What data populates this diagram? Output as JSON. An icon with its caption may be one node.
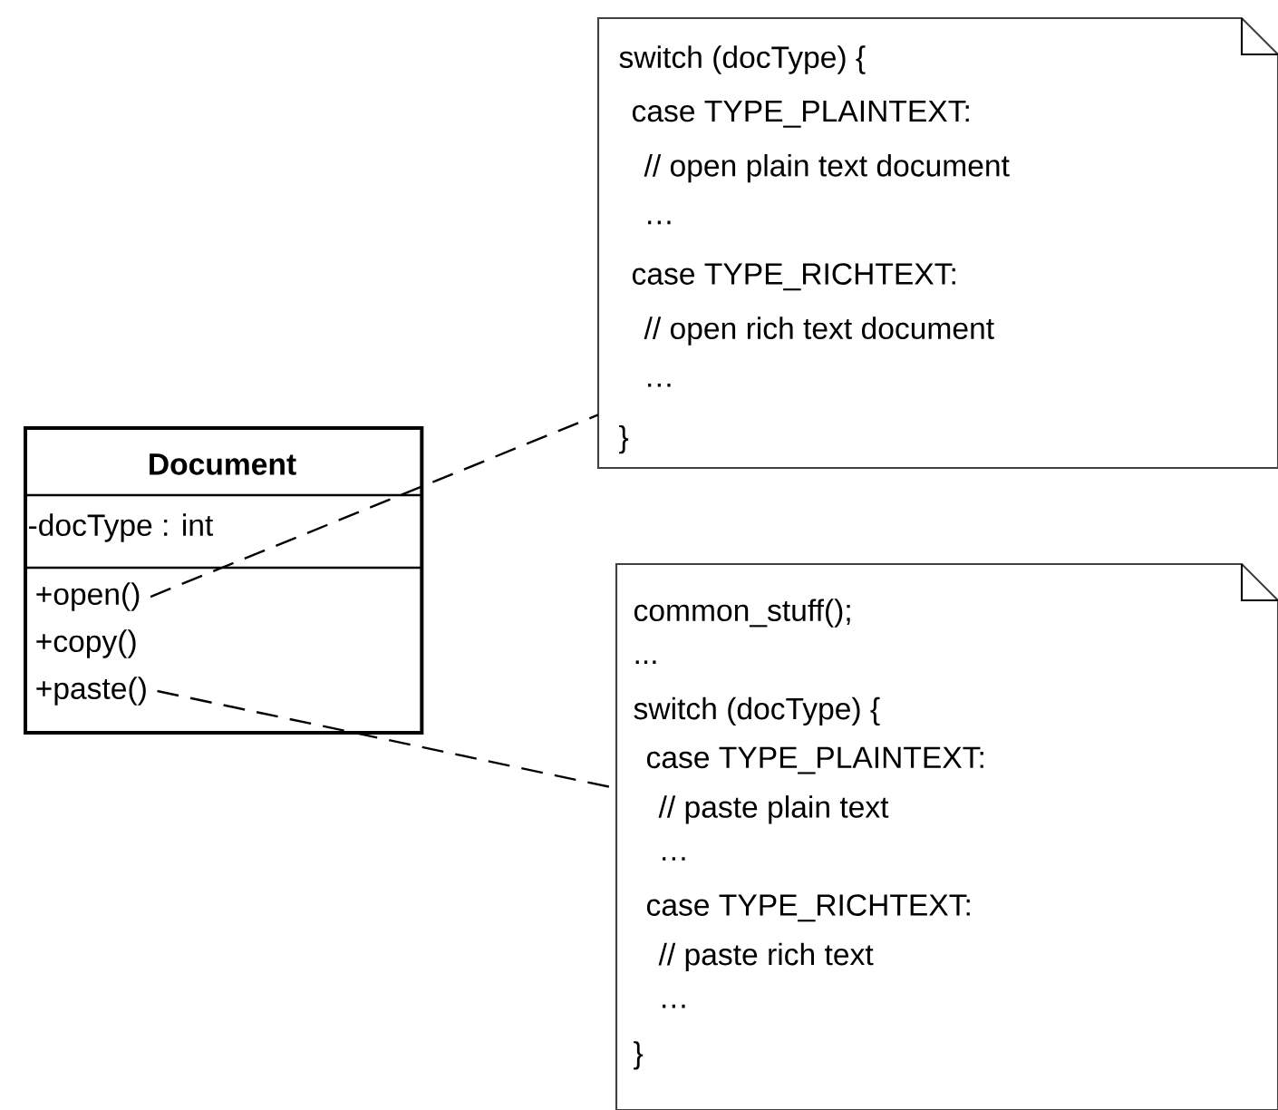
{
  "diagram": {
    "nodes": [
      {
        "text": [
          "Document",
          "-docType : int"
        ]
      },
      {
        "text": [
          "+open()"
        ],
        "in": 0
      },
      {
        "text": [
          "+copy()"
        ],
        "in": 0
      },
      {
        "text": [
          "+paste()"
        ],
        "in": 0
      },
      {
        "text": [
          "switch (docType) {",
          "case TYPE_PLAINTEXT:",
          "// open plain text document",
          "…",
          "case TYPE_RICHTEXT:",
          "// open rich text document",
          "…",
          "}"
        ]
      },
      {
        "text": [
          "common_stuff();",
          "...",
          "switch (docType) {",
          "case TYPE_PLAINTEXT:",
          "// paste plain text",
          "…",
          "case TYPE_RICHTEXT:",
          "// paste rich text",
          "…",
          "}"
        ]
      }
    ],
    "edges": [
      {
        "from": 1,
        "to": 4,
        "arrow": "none",
        "style": "dashed"
      },
      {
        "from": 3,
        "to": 5,
        "arrow": "none",
        "style": "dashed"
      }
    ]
  }
}
